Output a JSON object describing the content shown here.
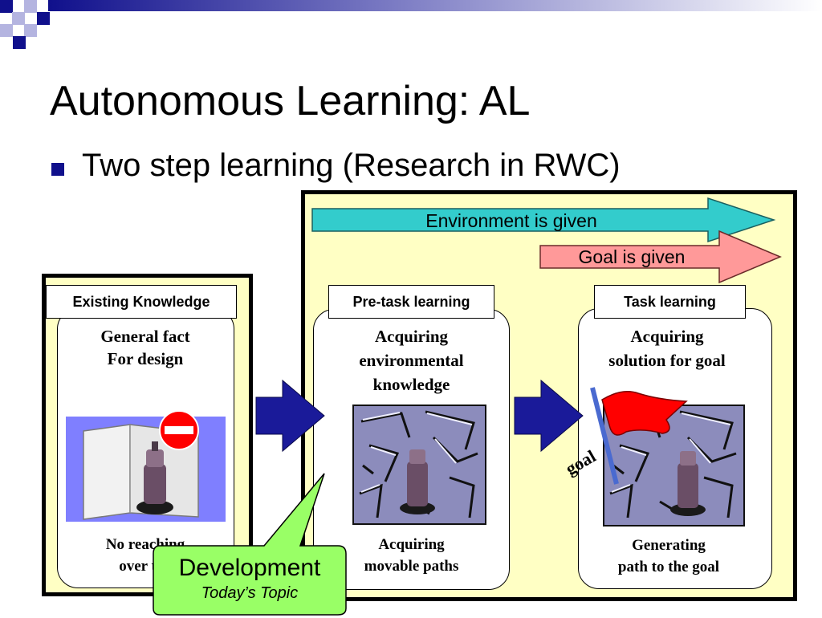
{
  "slide": {
    "title": "Autonomous Learning: AL",
    "bullet": "Two step learning (Research in RWC)"
  },
  "arrows": {
    "environment": "Environment is given",
    "goal": "Goal is given"
  },
  "existing": {
    "label": "Existing Knowledge",
    "top_text_1": "General fact",
    "top_text_2": "For design",
    "bottom_text_1": "No reaching",
    "bottom_text_2": "over the"
  },
  "pretask": {
    "label": "Pre-task learning",
    "top_text_1": "Acquiring",
    "top_text_2": "environmental",
    "top_text_3": "knowledge",
    "bottom_text_1": "Acquiring",
    "bottom_text_2": "movable paths"
  },
  "task": {
    "label": "Task learning",
    "top_text_1": "Acquiring",
    "top_text_2": "solution for goal",
    "goal_word": "goal",
    "bottom_text_1": "Generating",
    "bottom_text_2": "path to the goal"
  },
  "callout": {
    "title": "Development",
    "subtitle": "Today’s Topic"
  },
  "colors": {
    "accent_navy": "#10108c",
    "frame_fill": "#ffffc4",
    "env_arrow": "#33cccc",
    "goal_arrow": "#ff9999",
    "callout_fill": "#99ff66",
    "flag_red": "#ff0000"
  },
  "icons": [
    "corner-squares-decoration",
    "bullet-square-icon",
    "no-entry-icon",
    "robot-icon",
    "maze-image",
    "goal-flag-icon",
    "right-arrow-icon"
  ]
}
